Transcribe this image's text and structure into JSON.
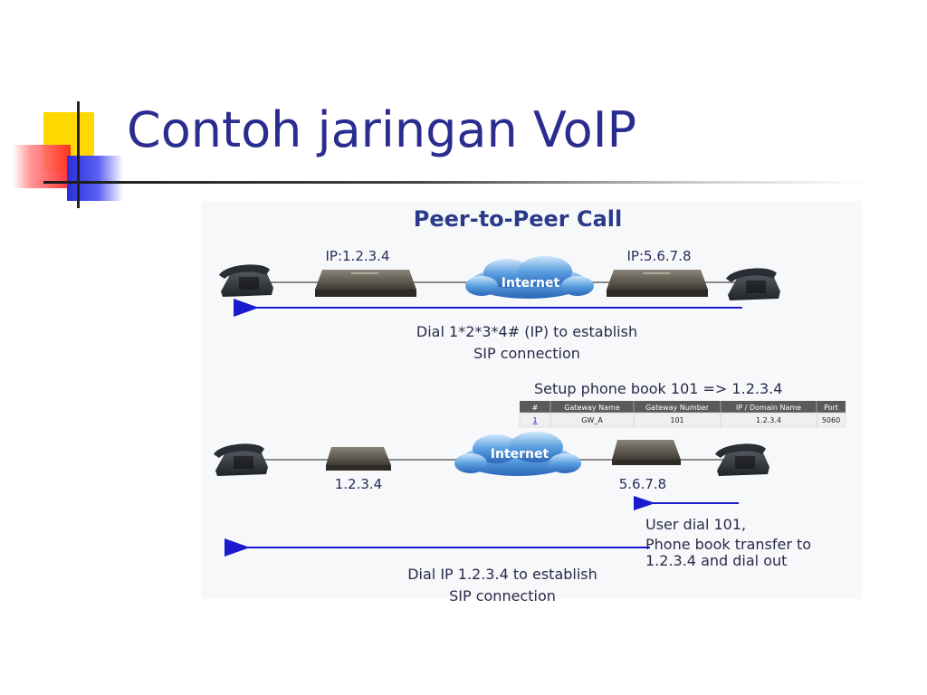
{
  "slide": {
    "title": "Contoh jaringan VoIP"
  },
  "diagram": {
    "title": "Peer-to-Peer Call",
    "internet_label": "Internet",
    "top": {
      "left_ip": "IP:1.2.3.4",
      "right_ip": "IP:5.6.7.8",
      "caption_line1": "Dial 1*2*3*4# (IP) to establish",
      "caption_line2": "SIP connection"
    },
    "bottom": {
      "phonebook_title": "Setup phone book 101 => 1.2.3.4",
      "table_headers": [
        "#",
        "Gateway Name",
        "Gateway Number",
        "IP / Domain Name",
        "Port"
      ],
      "table_row": [
        "1",
        "GW_A",
        "101",
        "1.2.3.4",
        "5060"
      ],
      "left_ip": "1.2.3.4",
      "right_ip": "5.6.7.8",
      "user_dial_line1": "User dial 101,",
      "user_dial_line2": "Phone book transfer to",
      "user_dial_line3": "1.2.3.4 and dial out",
      "caption_line1": "Dial IP 1.2.3.4 to establish",
      "caption_line2": "SIP connection"
    }
  }
}
